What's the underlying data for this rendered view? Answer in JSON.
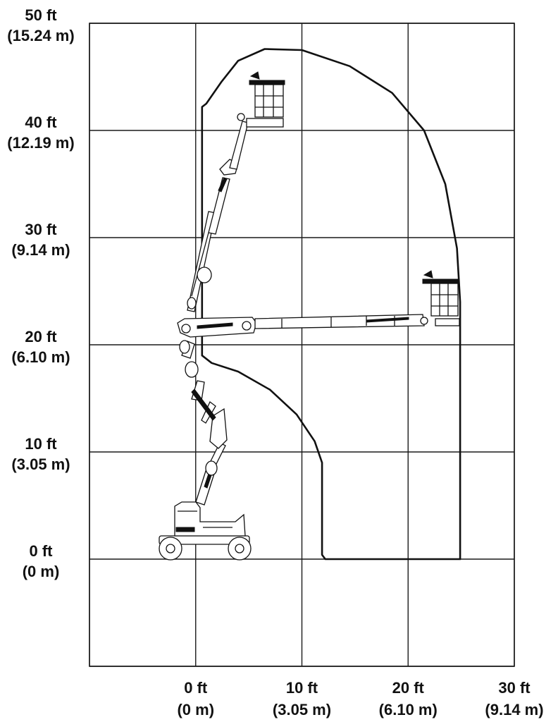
{
  "chart_data": {
    "type": "diagram",
    "x_axis": {
      "range_ft": [
        -10,
        30
      ],
      "ticks": [
        {
          "value": 0,
          "ft": "0 ft",
          "m": "(0 m)"
        },
        {
          "value": 10,
          "ft": "10 ft",
          "m": "(3.05 m)"
        },
        {
          "value": 20,
          "ft": "20 ft",
          "m": "(6.10 m)"
        },
        {
          "value": 30,
          "ft": "30 ft",
          "m": "(9.14 m)"
        }
      ]
    },
    "y_axis": {
      "range_ft": [
        -10,
        50
      ],
      "ticks": [
        {
          "value": 50,
          "ft": "50 ft",
          "m": "(15.24 m)"
        },
        {
          "value": 40,
          "ft": "40 ft",
          "m": "(12.19 m)"
        },
        {
          "value": 30,
          "ft": "30 ft",
          "m": "(9.14 m)"
        },
        {
          "value": 20,
          "ft": "20 ft",
          "m": "(6.10 m)"
        },
        {
          "value": 10,
          "ft": "10 ft",
          "m": "(3.05 m)"
        },
        {
          "value": 0,
          "ft": "0 ft",
          "m": "(0 m)"
        }
      ]
    },
    "grid": true,
    "working_envelope_ft": [
      [
        24.9,
        0
      ],
      [
        24.9,
        24
      ],
      [
        24.6,
        29
      ],
      [
        23.5,
        35
      ],
      [
        21.5,
        40
      ],
      [
        18.5,
        43.5
      ],
      [
        14.5,
        46
      ],
      [
        10,
        47.5
      ],
      [
        6.5,
        47.6
      ],
      [
        4,
        46.5
      ],
      [
        2.4,
        44.5
      ],
      [
        1,
        42.5
      ],
      [
        0.6,
        42.2
      ],
      [
        0.6,
        22
      ],
      [
        0.6,
        19
      ],
      [
        1.5,
        18.3
      ],
      [
        4,
        17.5
      ],
      [
        7,
        15.8
      ],
      [
        9.5,
        13.5
      ],
      [
        11.2,
        11
      ],
      [
        11.9,
        9
      ],
      [
        11.9,
        0.4
      ],
      [
        12.2,
        0
      ],
      [
        24.9,
        0
      ]
    ]
  }
}
